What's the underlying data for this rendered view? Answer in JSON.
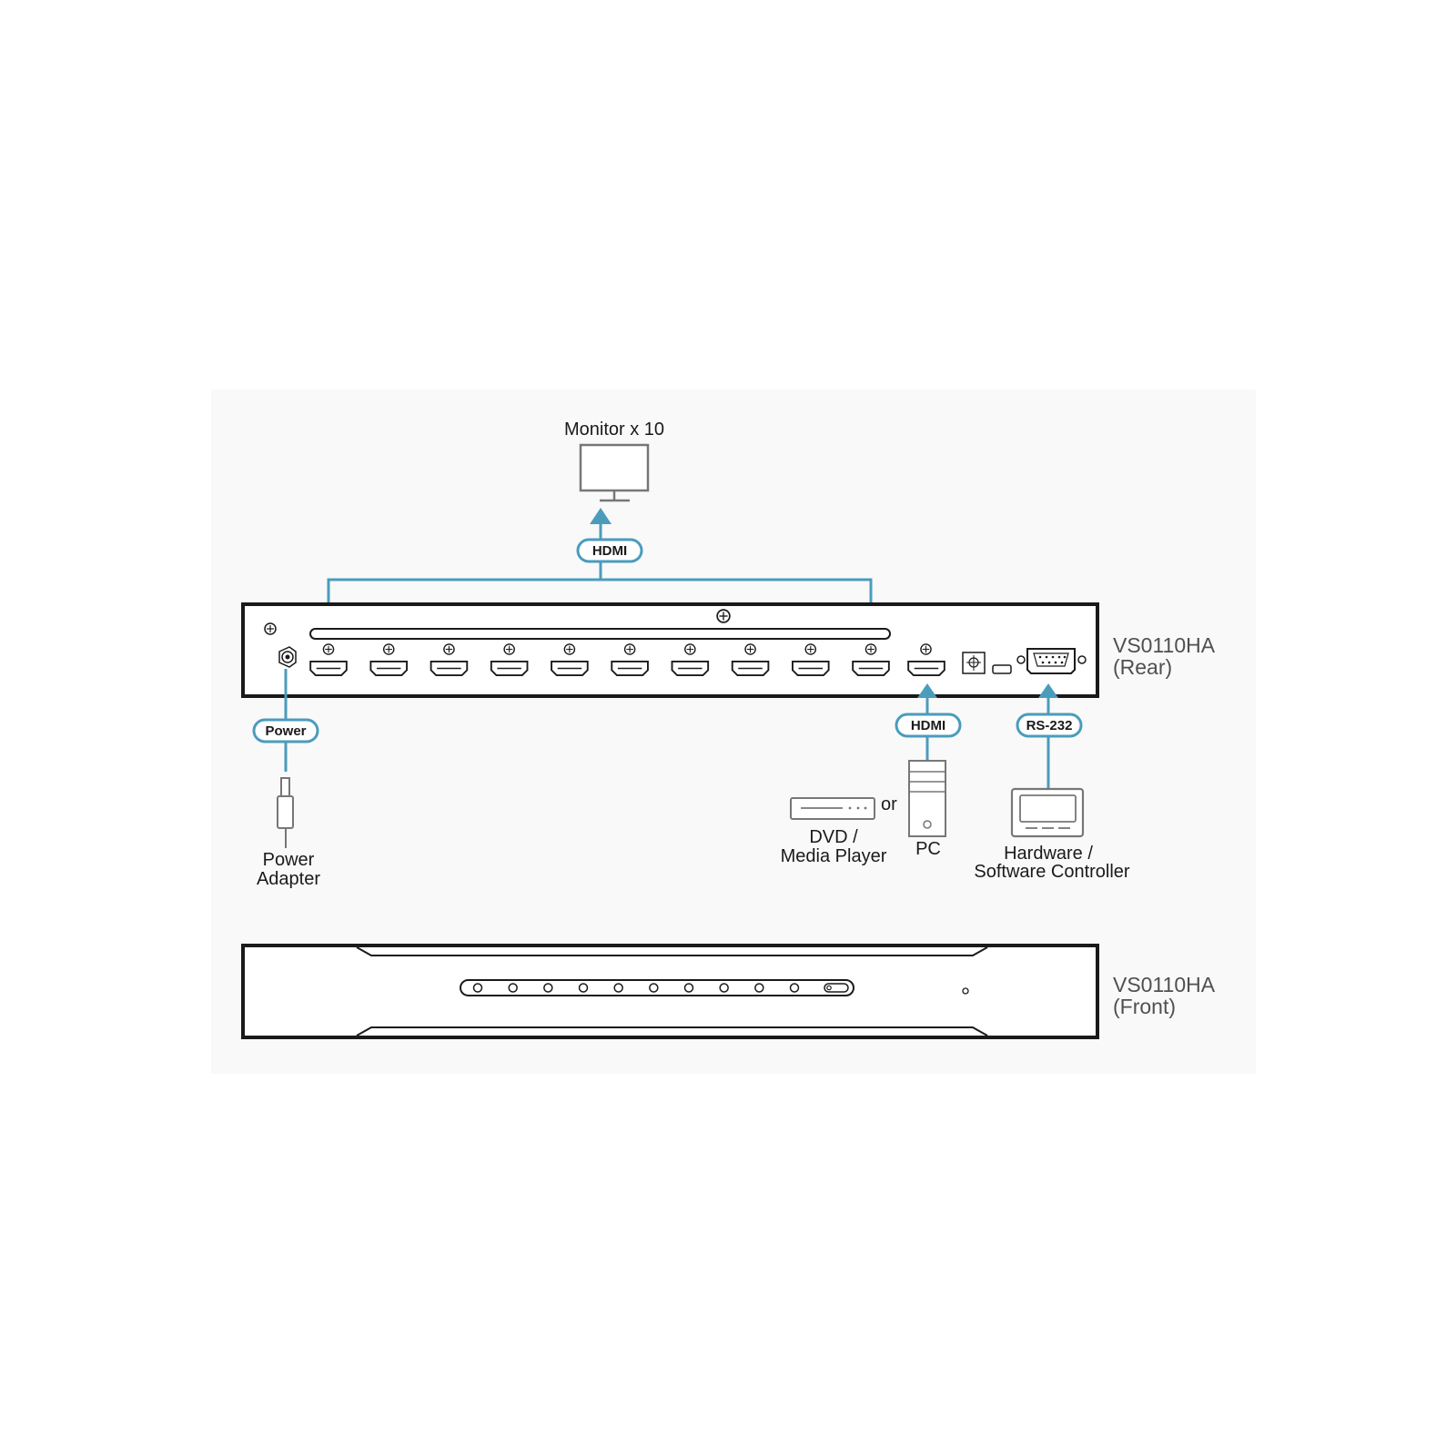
{
  "colors": {
    "accent": "#4a9cbd",
    "device_outline": "#1a1a1a",
    "icon_stroke": "#777777",
    "background": "#f9f9f9"
  },
  "labels": {
    "monitor": "Monitor x 10",
    "power_adapter": [
      "Power",
      "Adapter"
    ],
    "dvd": [
      "DVD /",
      "Media Player"
    ],
    "or": "or",
    "pc": "PC",
    "controller": [
      "Hardware /",
      "Software Controller"
    ]
  },
  "connections": {
    "hdmi_out": "HDMI",
    "power": "Power",
    "hdmi_in": "HDMI",
    "rs232": "RS-232"
  },
  "devices": {
    "rear": {
      "model": "VS0110HA",
      "view": "(Rear)",
      "hdmi_output_count": 10
    },
    "front": {
      "model": "VS0110HA",
      "view": "(Front)",
      "led_count": 10
    }
  },
  "icons": [
    "monitor-icon",
    "power-adapter-icon",
    "dvd-player-icon",
    "pc-tower-icon",
    "controller-icon",
    "hdmi-port-icon",
    "rs232-port-icon",
    "dc-power-jack-icon",
    "ground-screw-icon",
    "usb-port-icon",
    "dip-switch-icon"
  ]
}
